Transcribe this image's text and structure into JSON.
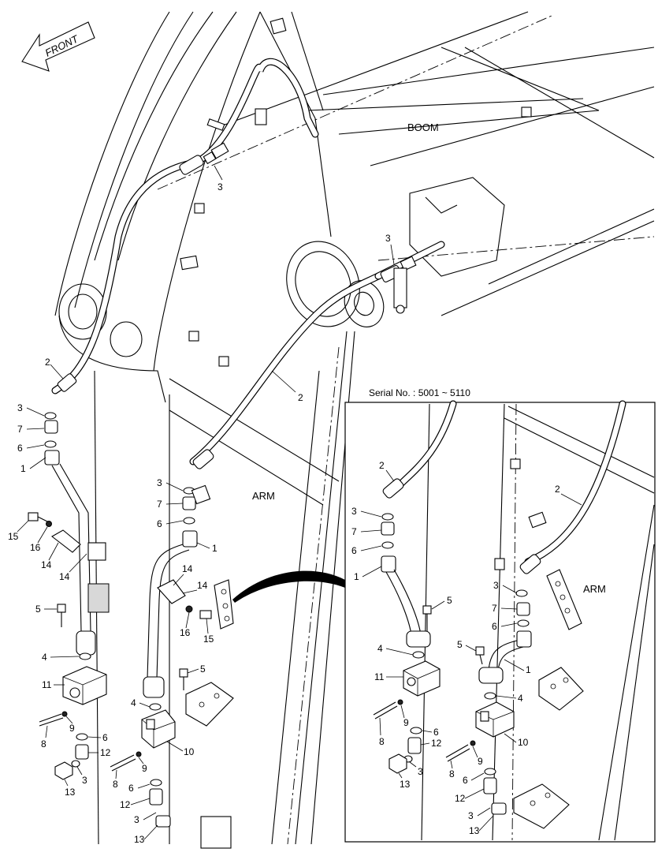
{
  "front_label": "FRONT",
  "boom_label": "BOOM",
  "arm_label": "ARM",
  "inset": {
    "serial_label": "Serial No. : 5001 ~ 5110",
    "arm_label": "ARM"
  },
  "callouts": {
    "main": [
      "3",
      "3",
      "2",
      "2",
      "3",
      "7",
      "6",
      "1",
      "15",
      "16",
      "14",
      "14",
      "5",
      "4",
      "11",
      "8",
      "9",
      "6",
      "12",
      "3",
      "13",
      "3",
      "7",
      "6",
      "1",
      "14",
      "14",
      "16",
      "15",
      "5",
      "4",
      "10",
      "9",
      "8",
      "6",
      "12",
      "3",
      "13"
    ],
    "inset": [
      "2",
      "3",
      "7",
      "6",
      "1",
      "5",
      "4",
      "11",
      "8",
      "9",
      "6",
      "12",
      "3",
      "13",
      "2",
      "3",
      "7",
      "6",
      "5",
      "1",
      "4",
      "10",
      "9",
      "8",
      "6",
      "12",
      "3",
      "13"
    ]
  }
}
